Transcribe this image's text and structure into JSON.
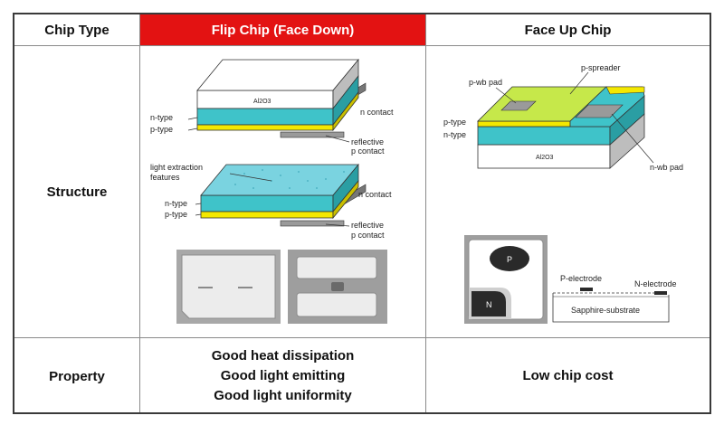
{
  "header": {
    "col1": "Chip Type",
    "col2": "Flip Chip (Face Down)",
    "col3": "Face Up Chip"
  },
  "rows": {
    "structure": "Structure",
    "property": "Property"
  },
  "flip_chip": {
    "properties": [
      "Good heat dissipation",
      "Good light emitting",
      "Good light uniformity"
    ],
    "diagram1": {
      "substrate": "Al2O3",
      "n_type": "n-type",
      "p_type": "p-type",
      "n_contact": "n contact",
      "reflective": "reflective",
      "p_contact": "p contact"
    },
    "diagram2": {
      "features_line1": "light extraction",
      "features_line2": "features",
      "n_type": "n-type",
      "p_type": "p-type",
      "n_contact": "n contact",
      "reflective": "reflective",
      "p_contact": "p contact"
    }
  },
  "face_up": {
    "property": "Low chip cost",
    "diagram1": {
      "p_spreader": "p-spreader",
      "p_wb_pad": "p-wb pad",
      "p_type": "p-type",
      "n_type": "n-type",
      "substrate": "Al2O3",
      "n_wb_pad": "n-wb pad"
    },
    "top_view": {
      "p_label": "P",
      "n_label": "N"
    },
    "side_view": {
      "p_electrode": "P-electrode",
      "n_electrode": "N-electrode",
      "substrate": "Sapphire-substrate"
    }
  },
  "colors": {
    "header_red": "#e31212",
    "n_type_teal": "#3fc3c9",
    "p_type_yellow": "#f4e800",
    "spreader_green": "#c6e84a",
    "features_blue": "#7ad3e0"
  }
}
